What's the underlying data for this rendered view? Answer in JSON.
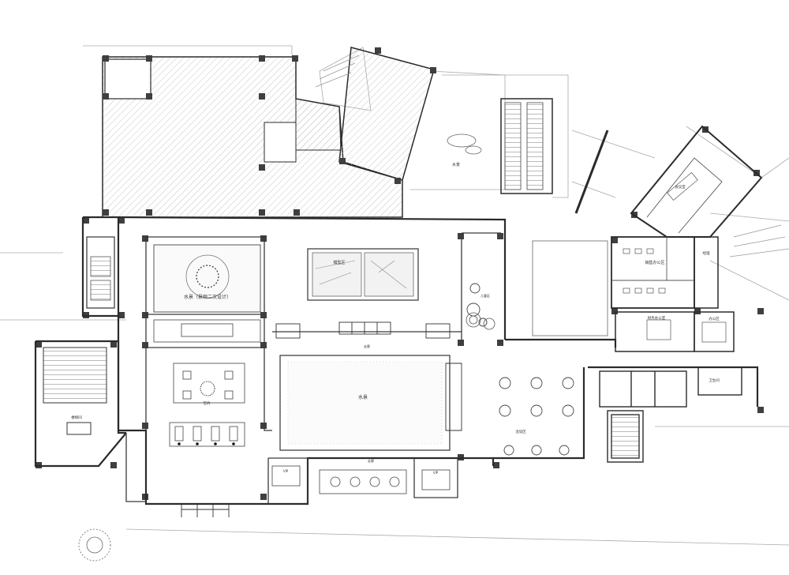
{
  "rooms": {
    "garden_left": "水景（景观二次设计）",
    "lake": "水景",
    "court": "水景",
    "model_room": "模型区",
    "negotiation": "洽谈区",
    "sales_office": "销售办公区",
    "finance_office": "财务办公室",
    "meeting": "会议室",
    "office": "办公区",
    "manager": "经理",
    "sign": "签约",
    "kids": "儿童区",
    "vip1": "VIP",
    "vip2": "VIP",
    "stair": "楼梯间",
    "corridor1": "走廊",
    "corridor2": "走廊",
    "toilet": "卫生间"
  },
  "colors": {
    "ink": "#2b2b2b",
    "hatch": "#bdbdbd",
    "column": "#4a4a4a",
    "thin": "#777777"
  }
}
